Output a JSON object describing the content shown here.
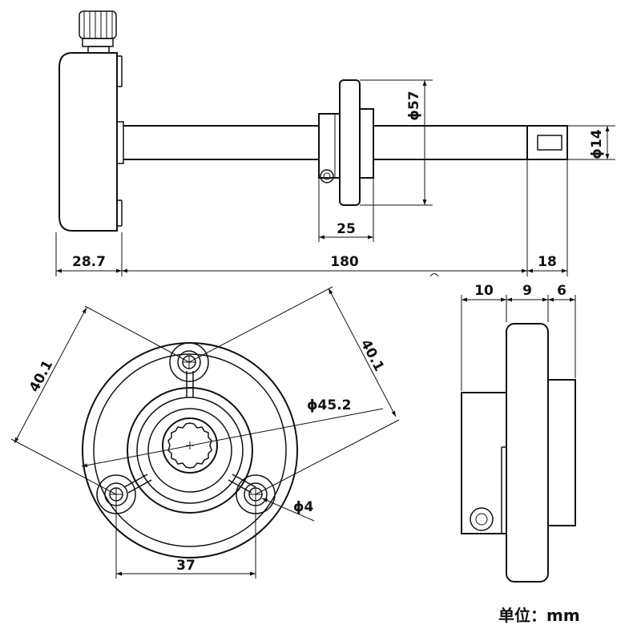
{
  "dimensions": {
    "housing_depth": "28.7",
    "probe_length": "180",
    "tip_length": "18",
    "flange_width": "25",
    "flange_diameter": "ϕ57",
    "tip_diameter": "ϕ14",
    "hole_spacing_left": "40.1",
    "hole_spacing_right": "40.1",
    "pitch_circle_diameter": "ϕ45.2",
    "hole_diameter": "ϕ4",
    "hole_spacing_bottom": "37",
    "side_width_a": "10",
    "side_width_b": "9",
    "side_width_c": "6"
  },
  "unit_label": "单位：mm"
}
